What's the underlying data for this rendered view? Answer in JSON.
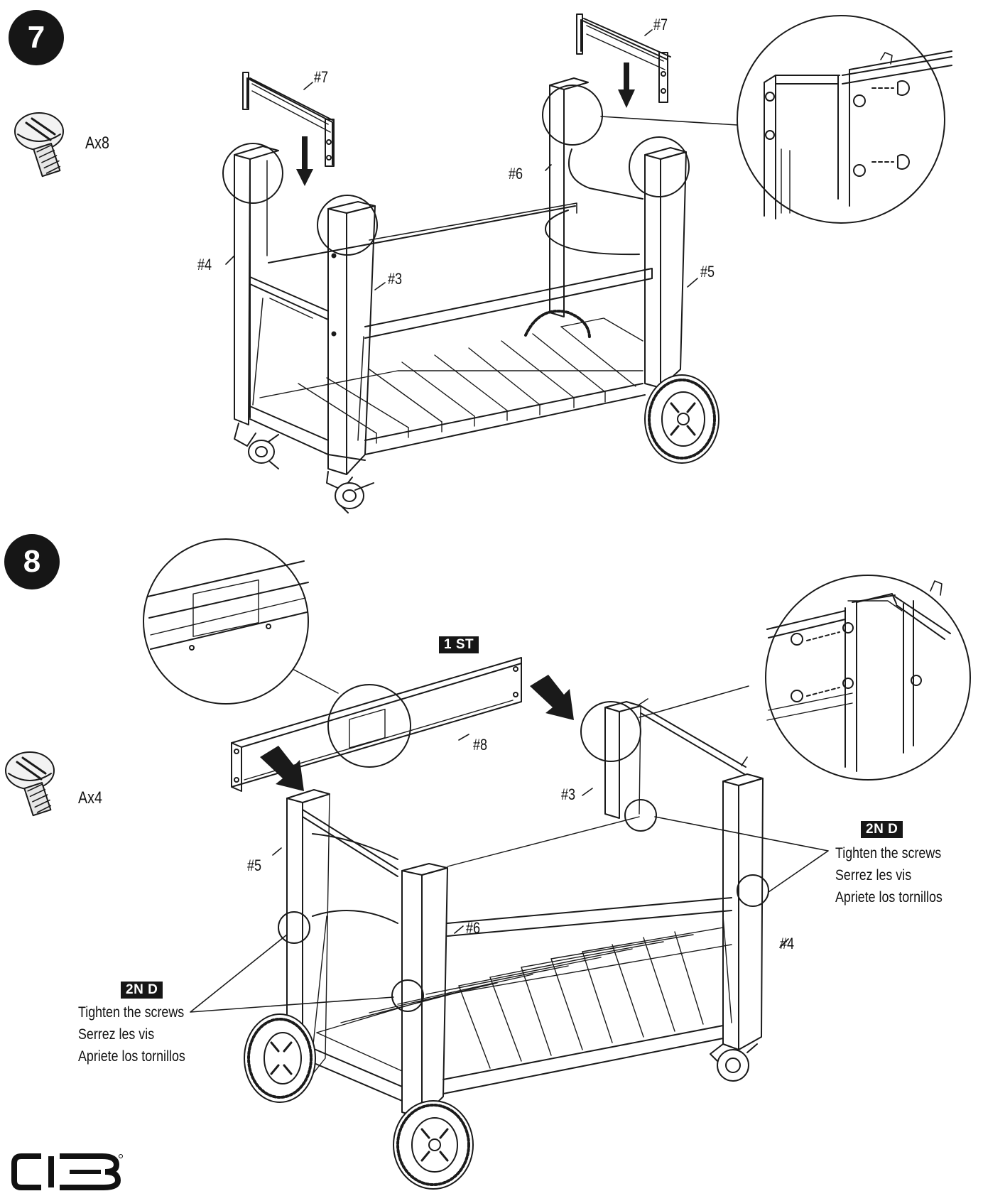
{
  "steps": [
    {
      "number": "7",
      "hardware_qty": "Ax8",
      "part_labels": {
        "p7a": "#7",
        "p7b": "#7",
        "p6": "#6",
        "p4": "#4",
        "p3": "#3",
        "p5": "#5"
      }
    },
    {
      "number": "8",
      "hardware_qty": "Ax4",
      "part_labels": {
        "p8": "#8",
        "p3": "#3",
        "p5": "#5",
        "p6": "#6",
        "p4": "#4"
      },
      "order_first": "1 ST",
      "order_second": "2N D",
      "instructions": {
        "en": "Tighten the screws",
        "fr": "Serrez les vis",
        "es": "Apriete los tornillos"
      }
    }
  ],
  "brand_logo": "CB",
  "icons": [
    "screw-icon",
    "down-arrow-icon",
    "right-arrow-icon",
    "cart-diagram",
    "detail-magnifier"
  ]
}
